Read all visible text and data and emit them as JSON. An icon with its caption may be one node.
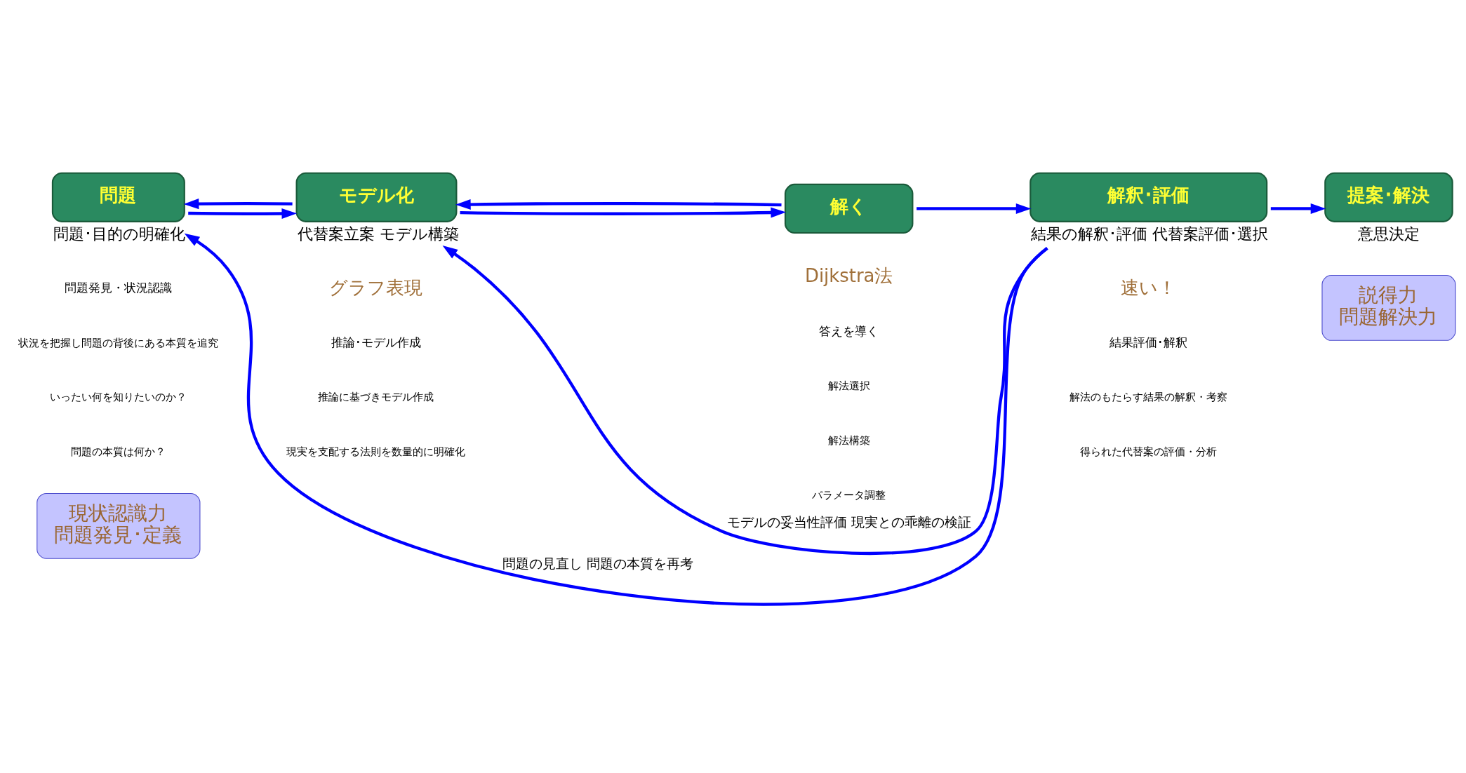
{
  "diagram": {
    "nodes": [
      {
        "text": [
          "問題"
        ],
        "beside": [
          "問題･目的の明確化"
        ]
      },
      {
        "text": [
          "モデル化"
        ],
        "beside": [
          "代替案立案 モデル構築"
        ]
      },
      {
        "text": [
          "解く"
        ]
      },
      {
        "text": [
          "解釈･評価"
        ],
        "beside": [
          "結果の解釈･評価 代替案評価･選択"
        ]
      },
      {
        "text": [
          "提案･解決"
        ],
        "beside": [
          "意思決定"
        ]
      },
      {
        "text": [
          "説得力",
          "問題解決力"
        ]
      },
      {
        "text": [
          "現状認識力",
          "問題発見･定義"
        ]
      }
    ],
    "edges": [
      {
        "from": 1,
        "to": 0,
        "arrow": "to"
      },
      {
        "from": 0,
        "to": 1,
        "arrow": "to"
      },
      {
        "from": 1,
        "to": 2,
        "arrow": "to"
      },
      {
        "from": 2,
        "to": 3,
        "arrow": "to"
      },
      {
        "from": 3,
        "to": 4,
        "arrow": "to"
      },
      {
        "from": 3,
        "to": 0,
        "arrow": "to",
        "label": "問題の見直し 問題の本質を再考"
      },
      {
        "from": 3,
        "to": 1,
        "arrow": "to",
        "label": "モデルの妥当性評価 現実との乖離の検証"
      },
      {
        "from": 2,
        "to": 1,
        "arrow": "to"
      }
    ],
    "labels": [
      "グラフ表現",
      "Dijkstra法",
      "速い！",
      "問題発見・状況認識",
      "状況を把握し問題の背後にある本質を追究",
      "いったい何を知りたいのか？",
      "問題の本質は何か？",
      "答えを導く",
      "解法選択",
      "解法構築",
      "パラメータ調整",
      "推論･モデル作成",
      "推論に基づきモデル作成",
      "現実を支配する法則を数量的に明確化",
      "結果評価･解釈",
      "解法のもたらす結果の解釈・考察",
      "得られた代替案の評価・分析"
    ]
  }
}
